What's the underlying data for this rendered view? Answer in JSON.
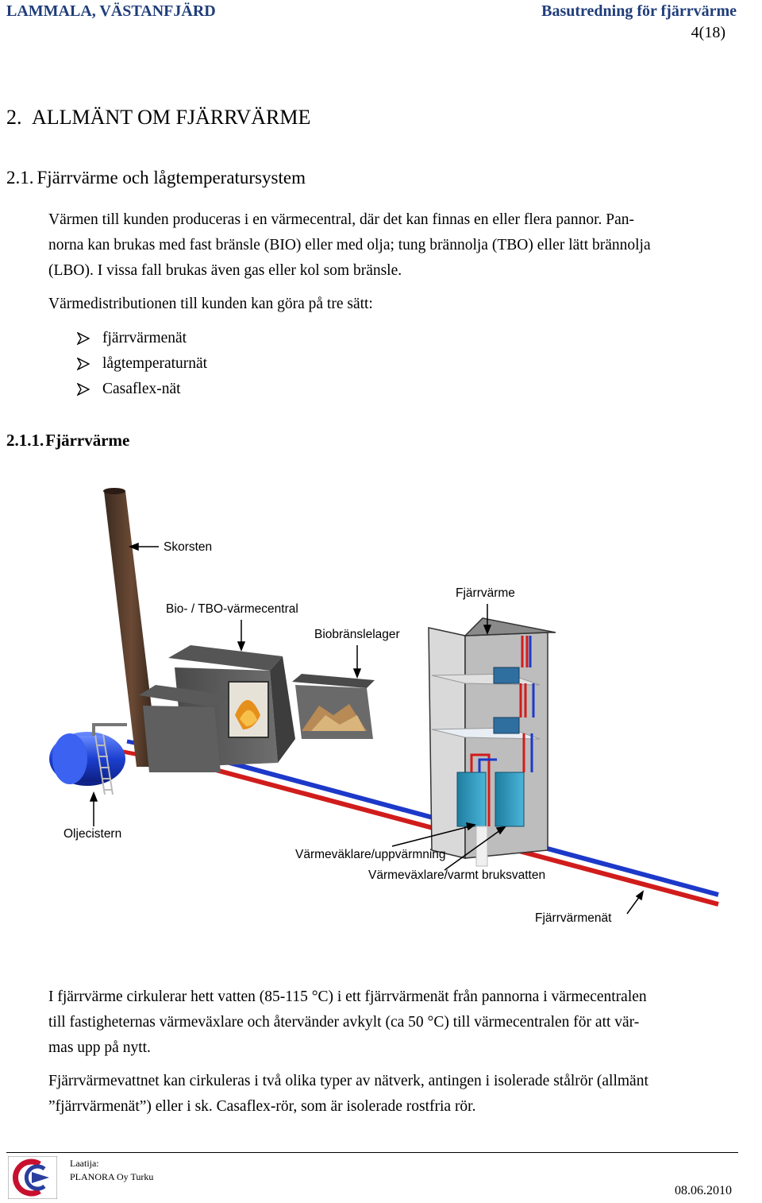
{
  "header": {
    "left": "LAMMALA, VÄSTANFJÄRD",
    "right": "Basutredning för fjärrvärme",
    "page": "4(18)"
  },
  "section": {
    "number": "2.",
    "title": "ALLMÄNT OM FJÄRRVÄRME"
  },
  "subsection": {
    "number": "2.1.",
    "title": "Fjärrvärme och lågtemperatursystem"
  },
  "intro": {
    "lines": [
      "Värmen till kunden produceras i en värmecentral, där det kan finnas en eller flera pannor. Pan-",
      "norna kan brukas med fast bränsle (BIO) eller med olja; tung brännolja (TBO) eller lätt brännolja",
      "(LBO). I vissa fall brukas även gas eller kol som bränsle."
    ],
    "distribution": "Värmedistributionen till kunden kan göra på tre sätt:"
  },
  "bullets": [
    "fjärrvärmenät",
    "lågtemperaturnät",
    "Casaflex-nät"
  ],
  "subsubsection": {
    "number": "2.1.1.",
    "title": "Fjärrvärme"
  },
  "figure": {
    "labels": {
      "skorsten": "Skorsten",
      "central": "Bio- / TBO-värmecentral",
      "fjarrvarme": "Fjärrvärme",
      "lager": "Biobränslelager",
      "cistern": "Oljecistern",
      "vx1": "Värmeväklare/uppvärmning",
      "vx2": "Värmeväxlare/varmt bruksvatten",
      "nat": "Fjärrvärmenät"
    }
  },
  "body": {
    "p1": [
      "I fjärrvärme cirkulerar hett vatten (85-115 °C) i ett fjärrvärmenät från pannorna i värmecentralen",
      "till fastigheternas värmeväxlare och återvänder avkylt (ca 50 °C) till värmecentralen för att vär-",
      "mas upp på nytt."
    ],
    "p2": [
      "Fjärrvärmevattnet kan cirkuleras i två olika typer av nätverk, antingen i isolerade stålrör (allmänt",
      "”fjärrvärmenät”) eller i sk. Casaflex-rör, som är isolerade rostfria rör."
    ]
  },
  "footer": {
    "author_label": "Laatija:",
    "company": "PLANORA Oy Turku",
    "date": "08.06.2010"
  }
}
